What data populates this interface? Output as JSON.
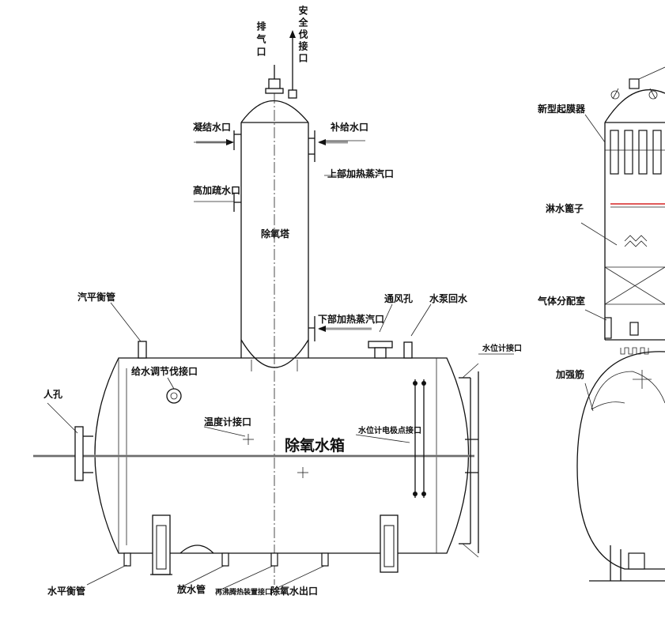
{
  "labels": {
    "exhaust_port": "排气口",
    "safety_valve_port": "安全伐接口",
    "condensate_inlet": "凝结水口",
    "makeup_water_inlet": "补给水口",
    "upper_heating_steam_inlet": "上部加热蒸汽口",
    "hp_heater_drain_inlet": "高加疏水口",
    "deaerator_tower": "除氧塔",
    "steam_balance_pipe": "汽平衡管",
    "vent_hole": "通风孔",
    "water_pump_return": "水泵回水",
    "lower_heating_steam_inlet": "下部加热蒸汽口",
    "level_gauge_port": "水位计接口",
    "feedwater_regulating_valve_port": "给水调节伐接口",
    "manhole": "人孔",
    "thermometer_port": "温度计接口",
    "deaerated_water_tank": "除氧水箱",
    "level_gauge_electrode_port": "水位计电极点接口",
    "water_balance_pipe": "水平衡管",
    "drain_pipe": "放水管",
    "recirculation_heating_device_port": "再沸腾热装置接口",
    "deaerated_water_outlet": "除氧水出口",
    "new_type_film_device": "新型起膜器",
    "spray_packing": "淋水篦子",
    "gas_distribution_chamber": "气体分配室",
    "stiffener": "加强筋"
  },
  "colors": {
    "line": "#111111",
    "axis_gray": "#9a9a9a",
    "accent_red": "#e05a5a"
  }
}
